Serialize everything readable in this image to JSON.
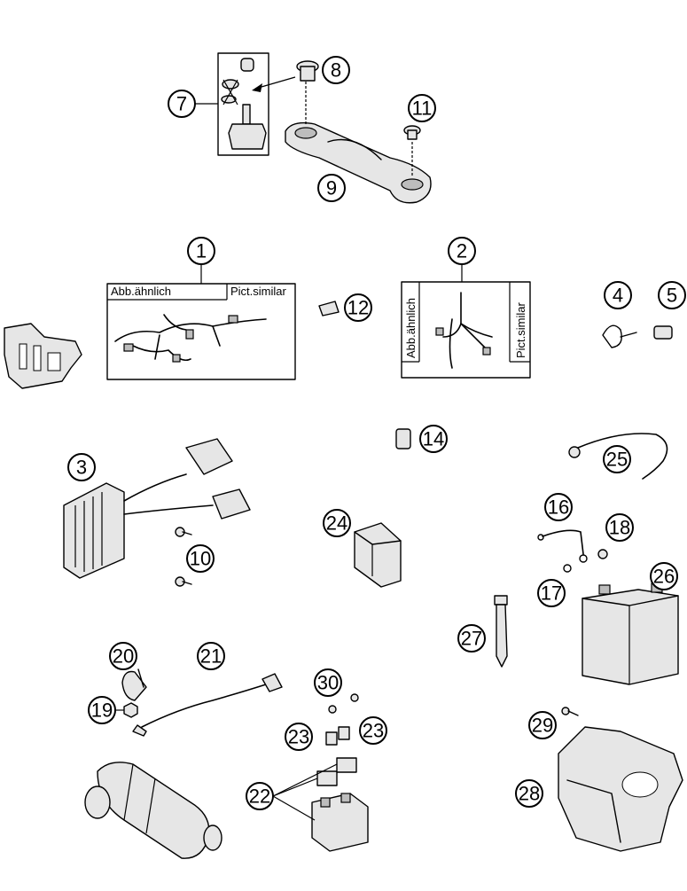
{
  "callouts": {
    "c1": "1",
    "c2": "2",
    "c3": "3",
    "c4": "4",
    "c5": "5",
    "c7": "7",
    "c8": "8",
    "c9": "9",
    "c10": "10",
    "c11": "11",
    "c12": "12",
    "c14": "14",
    "c16": "16",
    "c17": "17",
    "c18": "18",
    "c19": "19",
    "c20": "20",
    "c21": "21",
    "c22": "22",
    "c23a": "23",
    "c23b": "23",
    "c24": "24",
    "c25": "25",
    "c26": "26",
    "c27": "27",
    "c28": "28",
    "c29": "29",
    "c30": "30"
  },
  "box1": {
    "left_label": "Abb.ähnlich",
    "right_label": "Pict.similar"
  },
  "box2": {
    "left_label": "Abb.ähnlich",
    "right_label": "Pict.similar"
  }
}
